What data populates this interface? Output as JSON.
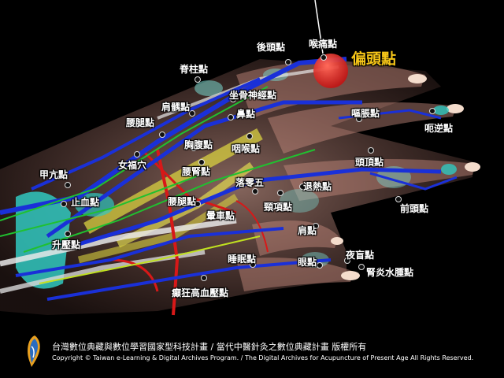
{
  "points": [
    {
      "id": "houtou",
      "label": "後頭點"
    },
    {
      "id": "houtong",
      "label": "喉痛點"
    },
    {
      "id": "piantou",
      "label": "偏頭點"
    },
    {
      "id": "jizhu",
      "label": "脊柱點"
    },
    {
      "id": "zuogu",
      "label": "坐骨神經點"
    },
    {
      "id": "jianyu",
      "label": "肩髃點"
    },
    {
      "id": "bi",
      "label": "鼻點"
    },
    {
      "id": "outui",
      "label": "腰腿點"
    },
    {
      "id": "ouzhang",
      "label": "嘔脹點"
    },
    {
      "id": "eni",
      "label": "呃逆點"
    },
    {
      "id": "yanhou",
      "label": "咽喉點"
    },
    {
      "id": "xiongfu",
      "label": "胸腹點"
    },
    {
      "id": "nvfu",
      "label": "女福穴"
    },
    {
      "id": "toudingtop",
      "label": "頭頂點"
    },
    {
      "id": "jiaquan",
      "label": "甲亢點"
    },
    {
      "id": "yaoji",
      "label": "腰腎點"
    },
    {
      "id": "luozhen",
      "label": "落零五"
    },
    {
      "id": "tuire",
      "label": "退熱點"
    },
    {
      "id": "zhixue",
      "label": "止血點"
    },
    {
      "id": "yaotui2",
      "label": "腰腿點"
    },
    {
      "id": "jingxiang",
      "label": "頸項點"
    },
    {
      "id": "qiantou",
      "label": "前頭點"
    },
    {
      "id": "yunche",
      "label": "暈車點"
    },
    {
      "id": "shengya",
      "label": "升壓點"
    },
    {
      "id": "jian",
      "label": "肩點"
    },
    {
      "id": "yemang",
      "label": "夜盲點"
    },
    {
      "id": "shuimian",
      "label": "睡眠點"
    },
    {
      "id": "yan",
      "label": "眼點"
    },
    {
      "id": "shenyan",
      "label": "腎炎水腫點"
    },
    {
      "id": "dianxian",
      "label": "癲狂高血壓點"
    }
  ],
  "footer": {
    "cn": "台灣數位典藏與數位學習國家型科技計畫 / 當代中醫針灸之數位典藏計畫 版權所有",
    "en": "Copyright © Taiwan e-Learning & Digital Archives Program. / The Digital Archives for Acupuncture of Present Age All Rights Reserved."
  },
  "colors": {
    "background": "#000000",
    "highlight_label": "#f5c518",
    "highlight_marker": "#e02020",
    "label": "#ffffff"
  }
}
